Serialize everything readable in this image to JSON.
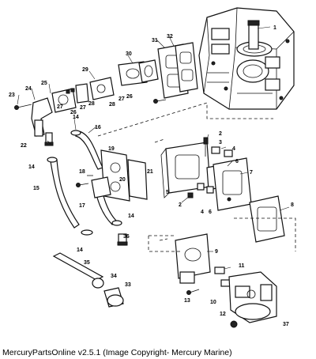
{
  "caption": "MercuryPartsOnline v2.5.1 (Image Copyright- Mercury Marine)",
  "callouts": {
    "c1": "1",
    "c2": "2",
    "c3": "3",
    "c4": "4",
    "c5": "5",
    "c6": "6",
    "c7": "7",
    "c8": "8",
    "c9": "9",
    "c10": "10",
    "c11": "11",
    "c12": "12",
    "c13": "13",
    "c14": "14",
    "c15": "15",
    "c16": "16",
    "c17": "17",
    "c18": "18",
    "c19": "19",
    "c20": "20",
    "c21": "21",
    "c22": "22",
    "c23": "23",
    "c24": "24",
    "c25": "25",
    "c26": "26",
    "c27": "27",
    "c28": "28",
    "c29": "29",
    "c30": "30",
    "c31": "31",
    "c32": "32",
    "c33": "33",
    "c34": "34",
    "c35": "35",
    "c36": "36",
    "c37": "37"
  }
}
